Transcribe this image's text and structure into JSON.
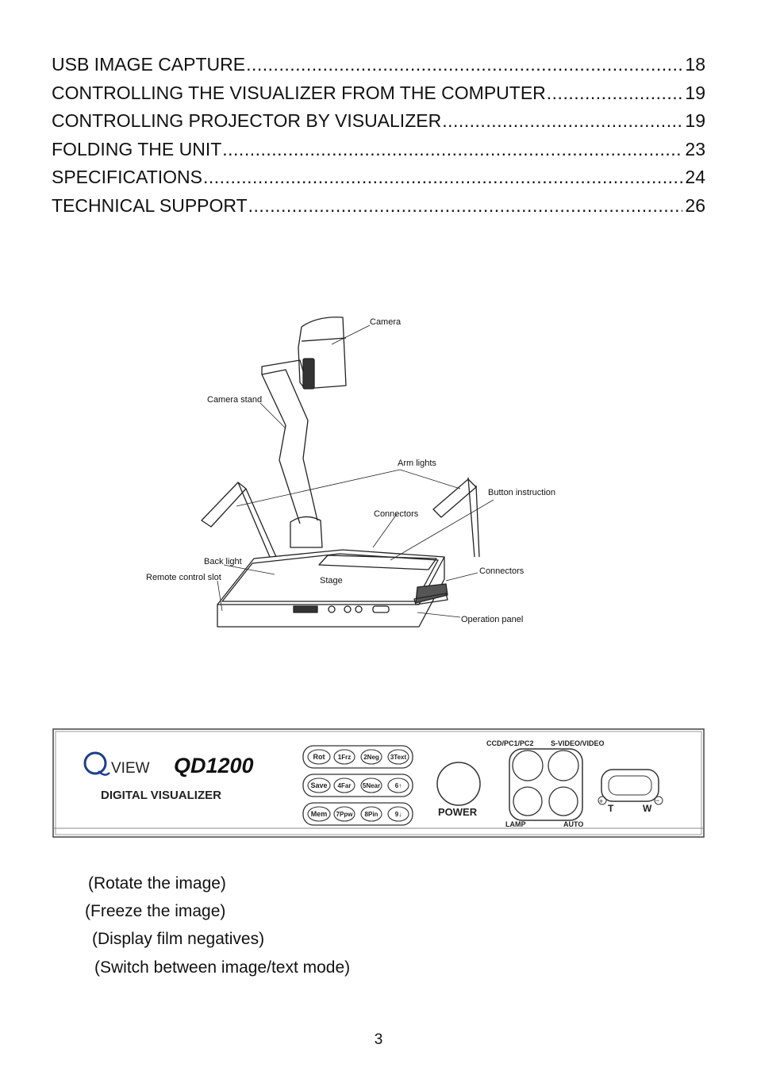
{
  "toc": [
    {
      "title": "USB IMAGE CAPTURE",
      "page": "18"
    },
    {
      "title": "CONTROLLING THE VISUALIZER FROM THE COMPUTER",
      "page": "19"
    },
    {
      "title": "CONTROLLING PROJECTOR BY VISUALIZER",
      "page": "19"
    },
    {
      "title": "FOLDING THE UNIT",
      "page": "23"
    },
    {
      "title": "SPECIFICATIONS",
      "page": "24"
    },
    {
      "title": "TECHNICAL SUPPORT",
      "page": "26"
    }
  ],
  "diagram": {
    "labels": {
      "camera": "Camera",
      "camera_stand": "Camera stand",
      "arm_lights": "Arm lights",
      "button_instruction": "Button instruction",
      "connectors_top": "Connectors",
      "back_light": "Back light",
      "remote_control_slot": "Remote control slot",
      "stage": "Stage",
      "connectors_side": "Connectors",
      "operation_panel": "Operation panel"
    }
  },
  "panel": {
    "logo_q": "Q",
    "logo_view": "VIEW",
    "model": "QD1200",
    "subtitle": "DIGITAL  VISUALIZER",
    "buttons_row1": [
      "Rot",
      "1Frz",
      "2Neg",
      "3Text"
    ],
    "buttons_row2": [
      "Save",
      "4Far",
      "5Near",
      "6↑"
    ],
    "buttons_row3": [
      "Mem",
      "7Ppw",
      "8Pin",
      "9↓"
    ],
    "power": "POWER",
    "ccd_pc": "CCD/PC1/PC2",
    "svideo": "S-VIDEO/VIDEO",
    "lamp": "LAMP",
    "auto": "AUTO",
    "zoom_t": "T",
    "zoom_w": "W",
    "zoom_plus": "+",
    "zoom_minus": "−"
  },
  "descriptions": [
    "(Rotate the image)",
    "(Freeze the image)",
    "(Display film negatives)",
    "(Switch between image/text mode)"
  ],
  "page_number": "3"
}
